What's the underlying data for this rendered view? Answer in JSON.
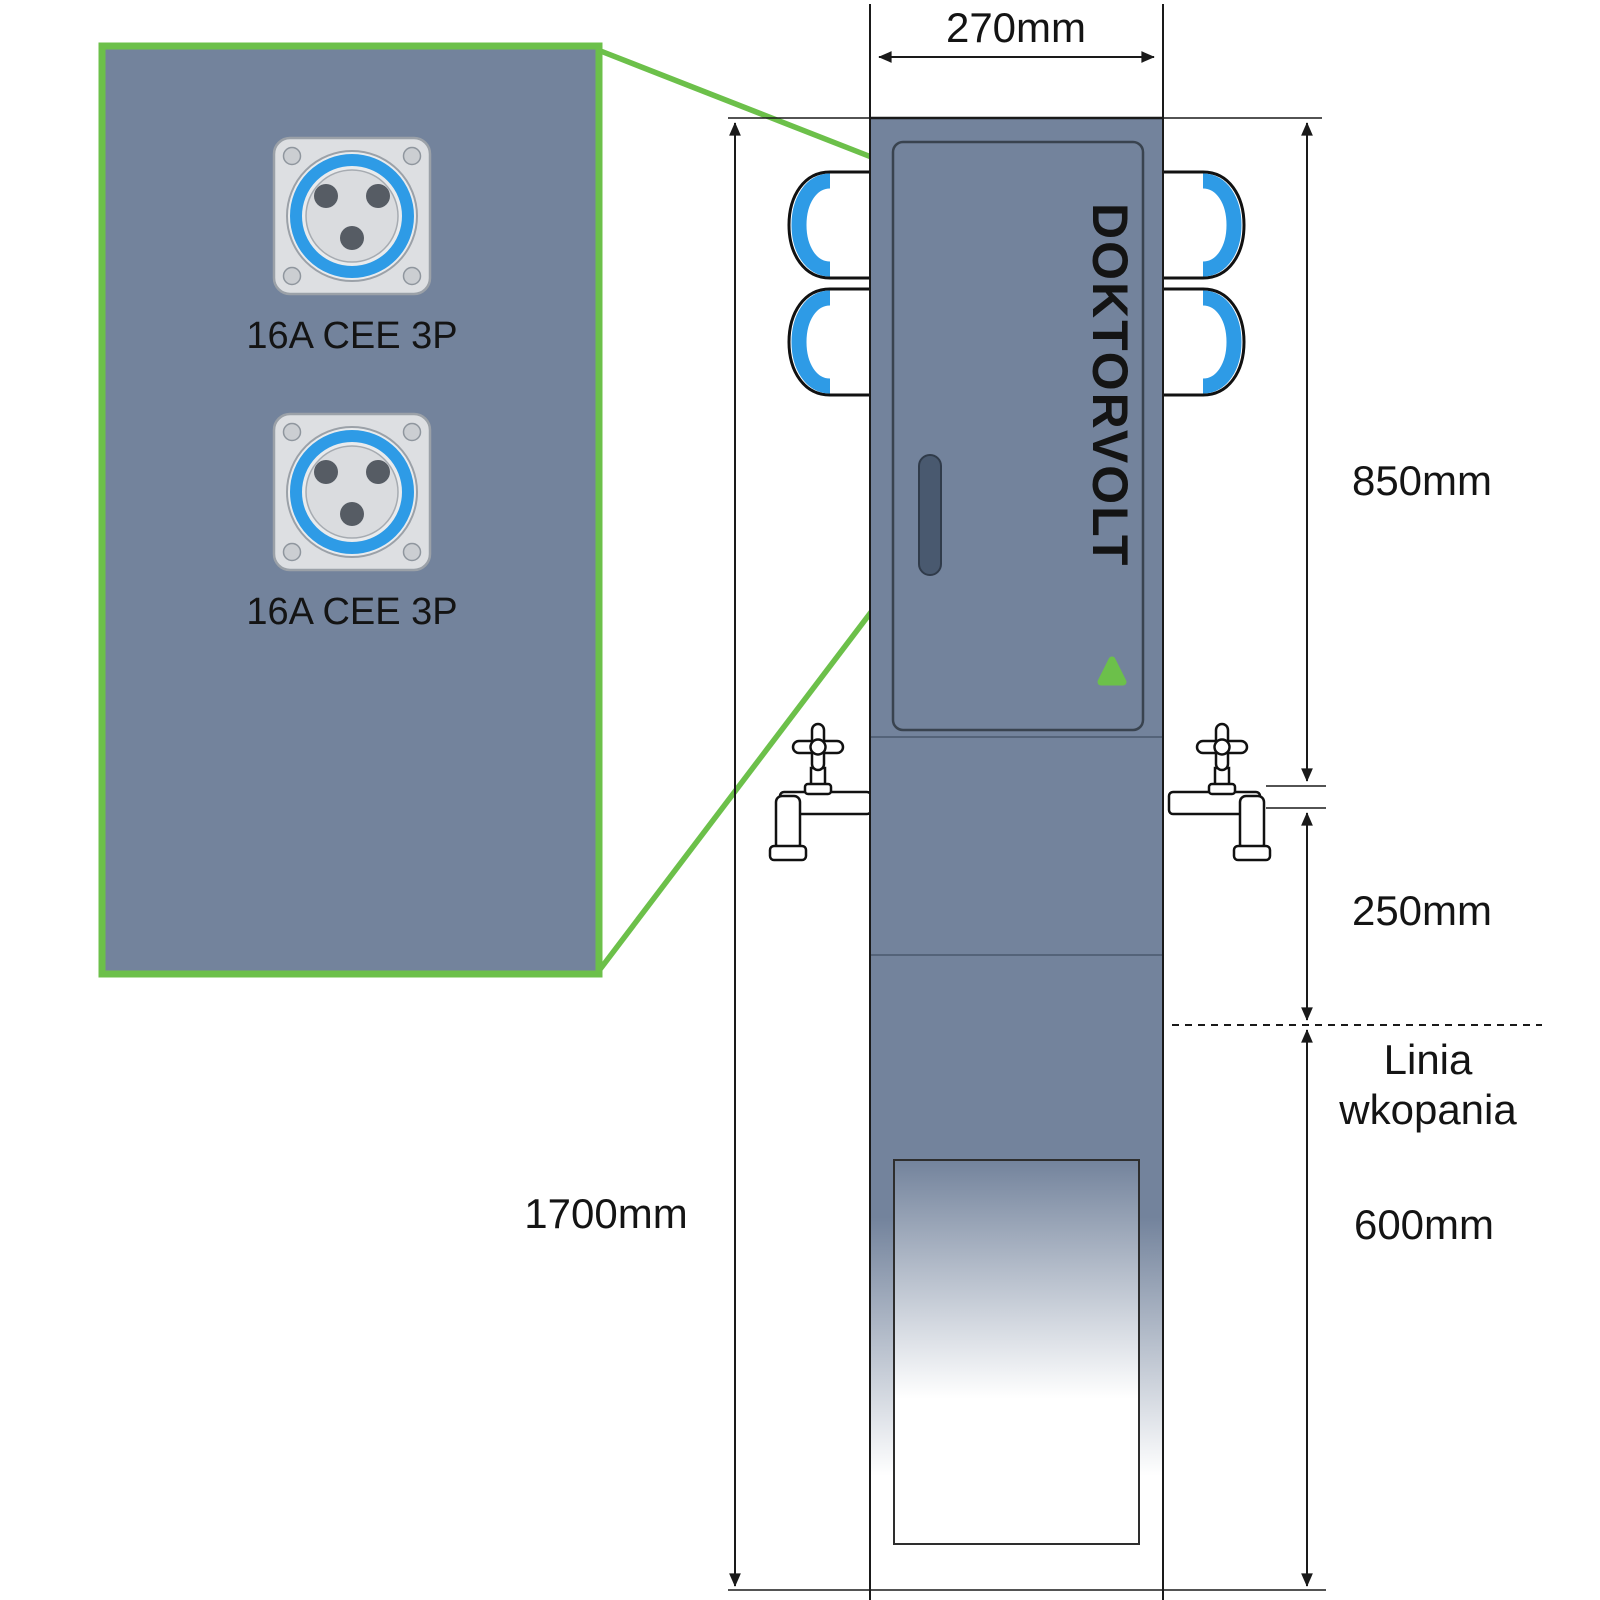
{
  "detail_panel": {
    "sockets": [
      {
        "label": "16A CEE 3P"
      },
      {
        "label": "16A CEE 3P"
      }
    ]
  },
  "pillar": {
    "brand": "DOKTORVOLT"
  },
  "dimensions": {
    "width": "270mm",
    "height_upper": "850mm",
    "height_mid": "250mm",
    "height_below_ground": "600mm",
    "height_total": "1700mm",
    "burial_line_word1": "Linia",
    "burial_line_word2": "wkopania"
  },
  "colors": {
    "panel_slate": "#73839C",
    "accent_green": "#6CC04A",
    "accent_blue": "#2E9BE6",
    "handle_dark": "#49596F",
    "logo_text": "#E7EAEF",
    "line_black": "#1A1A1A"
  }
}
